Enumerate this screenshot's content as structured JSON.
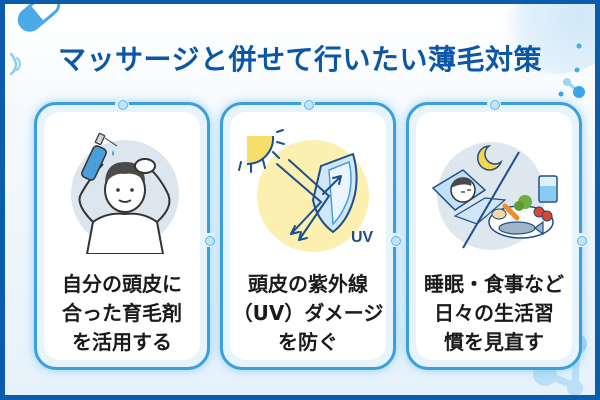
{
  "header": {
    "title": "マッサージと併せて行いたい薄毛対策"
  },
  "colors": {
    "frame_border": "#0b5cad",
    "title": "#0b56a6",
    "card_border": "#3a9fdc",
    "card_glow": "#54b4eb",
    "card_text": "#1b1b1b",
    "uv_circle": "#fbf0b0",
    "gray_circle": "#dfe7ee"
  },
  "cards": [
    {
      "icon": "person-applying-hair-tonic-icon",
      "lines": [
        "自分の頭皮に",
        "合った育毛剤",
        "を活用する"
      ]
    },
    {
      "icon": "uv-shield-icon",
      "icon_label": "UV",
      "lines": [
        "頭皮の紫外線",
        "（UV）ダメージ",
        "を防ぐ"
      ]
    },
    {
      "icon": "sleep-and-meal-icon",
      "lines": [
        "睡眠・食事など",
        "日々の生活習",
        "慣を見直す"
      ]
    }
  ]
}
